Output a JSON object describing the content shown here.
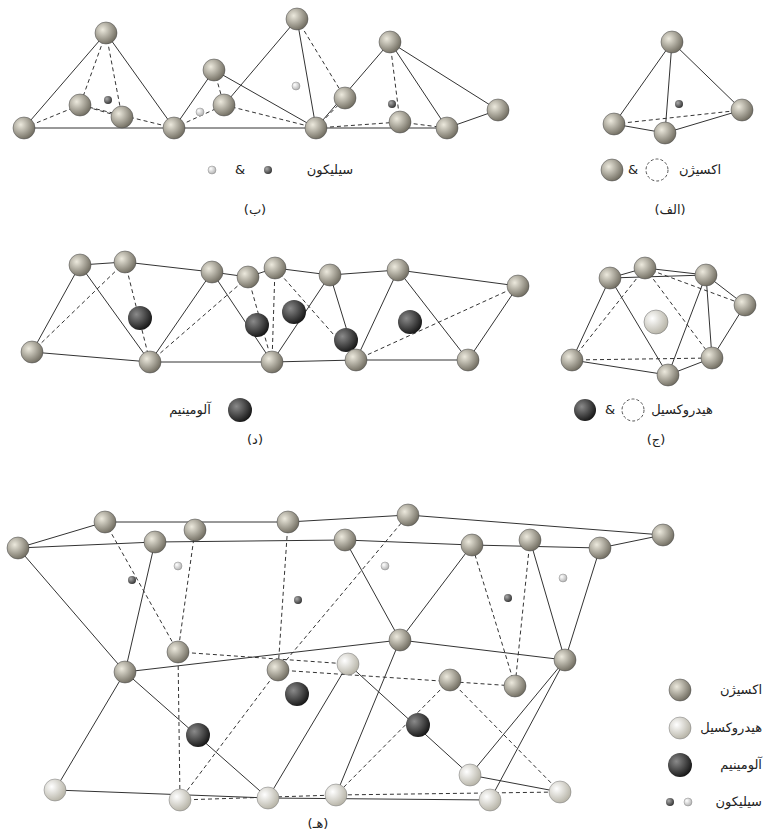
{
  "diagram": {
    "labels": [
      "اکسیژن",
      "&",
      "(الف)",
      "سیلیکون",
      "&",
      "(ب)",
      "هیدروکسیل",
      "&",
      "(ج)",
      "آلومینیم",
      "(د)",
      "(هـ)"
    ],
    "legend": [
      {
        "text": "اکسیژن"
      },
      {
        "text": "هیدروکسیل"
      },
      {
        "text": "آلومینیم"
      },
      {
        "text": "سیلیکون"
      }
    ]
  }
}
